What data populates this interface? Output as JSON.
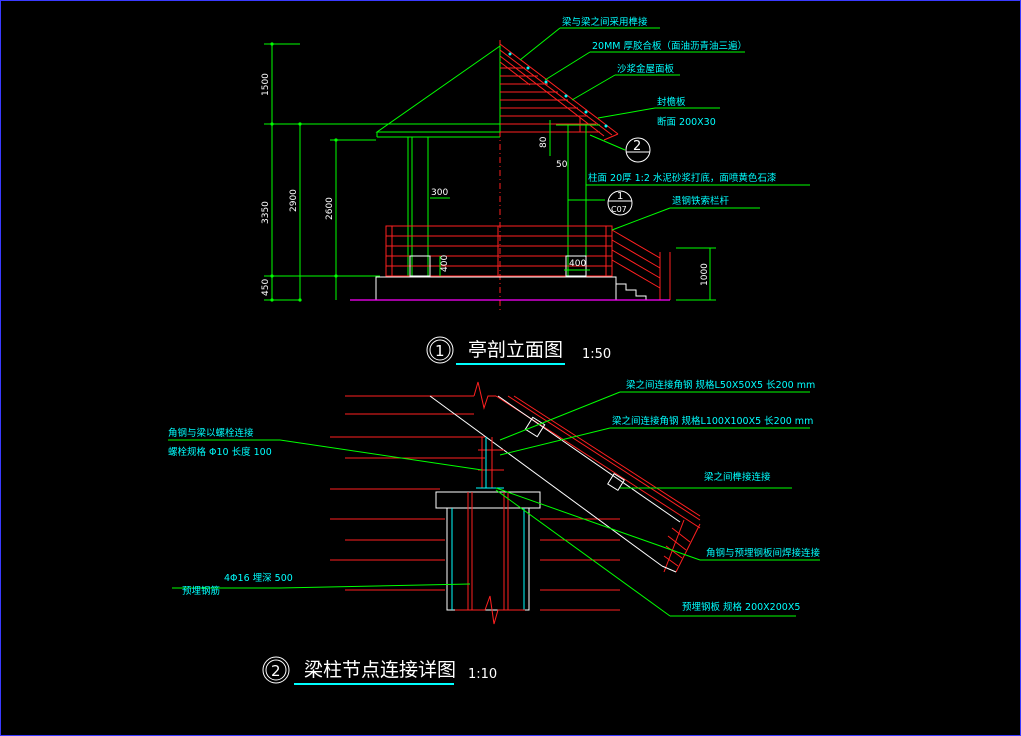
{
  "colors": {
    "background": "#000000",
    "annotation": "#00ffff",
    "dimension": "#00ff00",
    "structure_red": "#ff2020",
    "frame": "#3a3aff"
  },
  "drawing1": {
    "number": "1",
    "title": "亭剖立面图",
    "scale": "1:50",
    "callout_main": "2",
    "callout_sub_top": "1",
    "callout_sub_bottom": "C07",
    "notes": [
      "梁与梁之间采用榫接",
      "20MM 厚胶合板（面油沥青油三遍）",
      "沙浆金屋面板",
      "封檐板",
      "断面 200X30",
      "柱面 20厚 1:2 水泥砂浆打底，面喷黄色石漆",
      "退钢铁索栏杆"
    ],
    "dimensions": {
      "d1500": "1500",
      "d3350": "3350",
      "d2900": "2900",
      "d2600": "2600",
      "d450": "450",
      "d300": "300",
      "d400a": "400",
      "d400b": "400",
      "d80": "80",
      "d50": "50",
      "d1000": "1000"
    }
  },
  "drawing2": {
    "number": "2",
    "title": "梁柱节点连接详图",
    "scale": "1:10",
    "notes": {
      "n1": "梁之间连接角钢 规格L50X50X5 长200 mm",
      "n2": "梁之间连接角钢 规格L100X100X5 长200 mm",
      "n3": "角钢与梁以螺栓连接",
      "n4": "螺栓规格 Φ10 长度 100",
      "n5": "梁之间榫接连接",
      "n6": "角钢与预埋钢板间焊接连接",
      "n7": "4Φ16 埋深 500",
      "n8": "预埋钢筋",
      "n9": "预埋钢板 规格 200X200X5"
    }
  }
}
